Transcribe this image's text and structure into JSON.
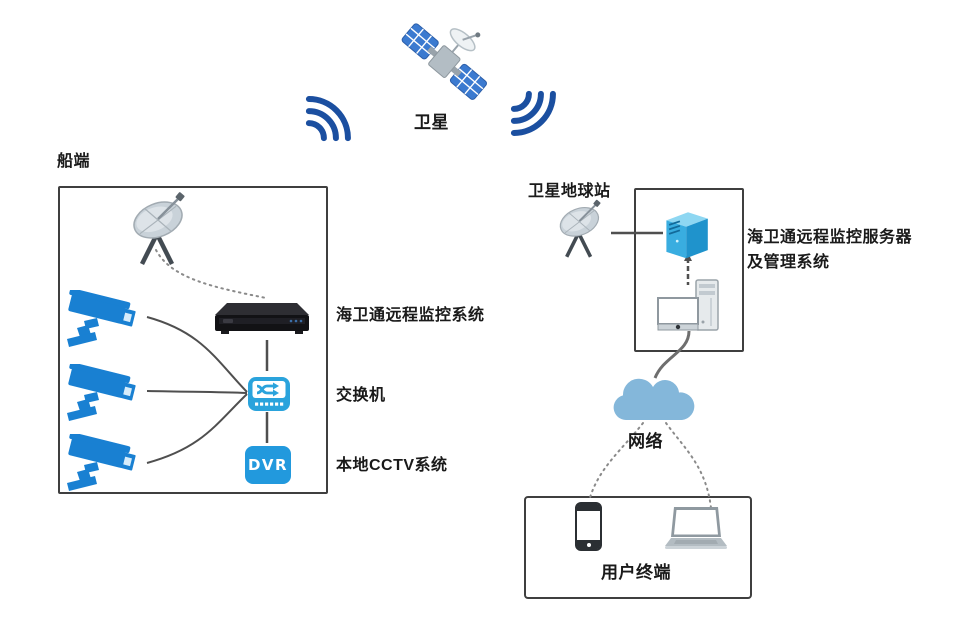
{
  "diagram": {
    "labels": {
      "satellite": "卫星",
      "ship_side": "船端",
      "earth_station": "卫星地球站",
      "shipboard_monitoring_system": "海卫通远程监控系统",
      "switch": "交换机",
      "local_cctv": "本地CCTV系统",
      "server_system_line1": "海卫通远程监控服务器",
      "server_system_line2": "及管理系统",
      "network": "网络",
      "user_terminal": "用户终端",
      "dvr_badge": "DVR"
    },
    "colors": {
      "camera_blue": "#1980d2",
      "device_blue": "#2aa3dc",
      "signal_arc_blue": "#1b4fa0",
      "cloud_blue": "#84b7da",
      "server_front_blue": "#39ade0",
      "server_side_blue": "#1f93cc",
      "connector_gray": "#4f4f4f",
      "box_border_gray": "#3f3f3f",
      "text": "#1a1a1a"
    }
  }
}
